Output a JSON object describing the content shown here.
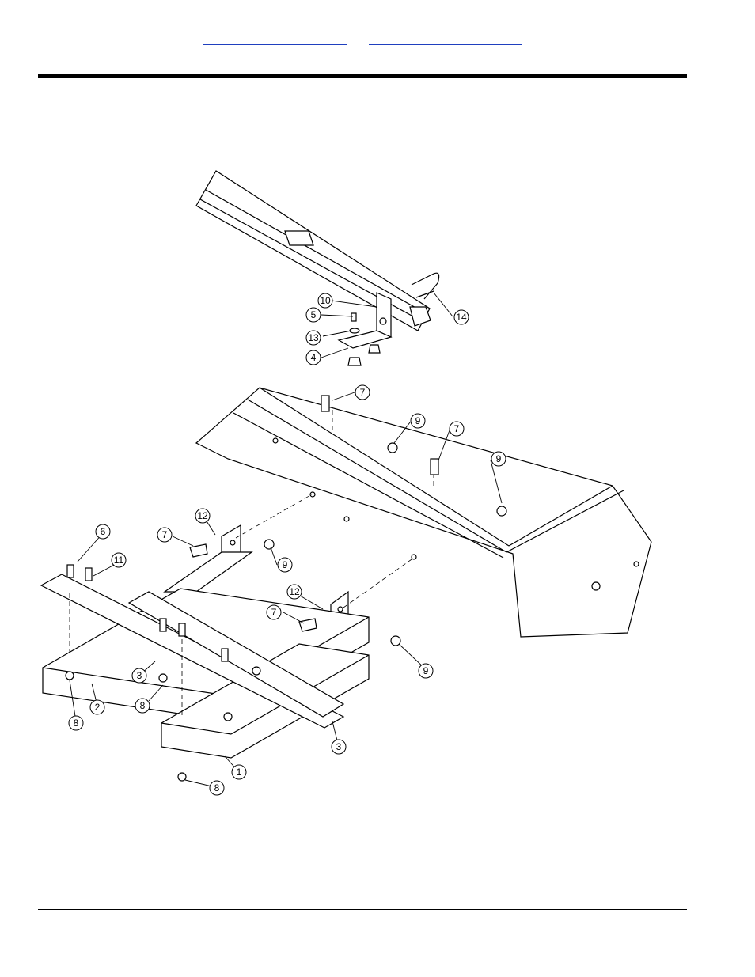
{
  "header": {
    "links": [
      "",
      ""
    ],
    "link_color": "#1f3fbf"
  },
  "diagram": {
    "callouts": [
      "1",
      "2",
      "3",
      "3",
      "4",
      "5",
      "6",
      "7",
      "7",
      "7",
      "7",
      "8",
      "8",
      "8",
      "9",
      "9",
      "9",
      "9",
      "10",
      "11",
      "12",
      "12",
      "13",
      "14"
    ]
  }
}
